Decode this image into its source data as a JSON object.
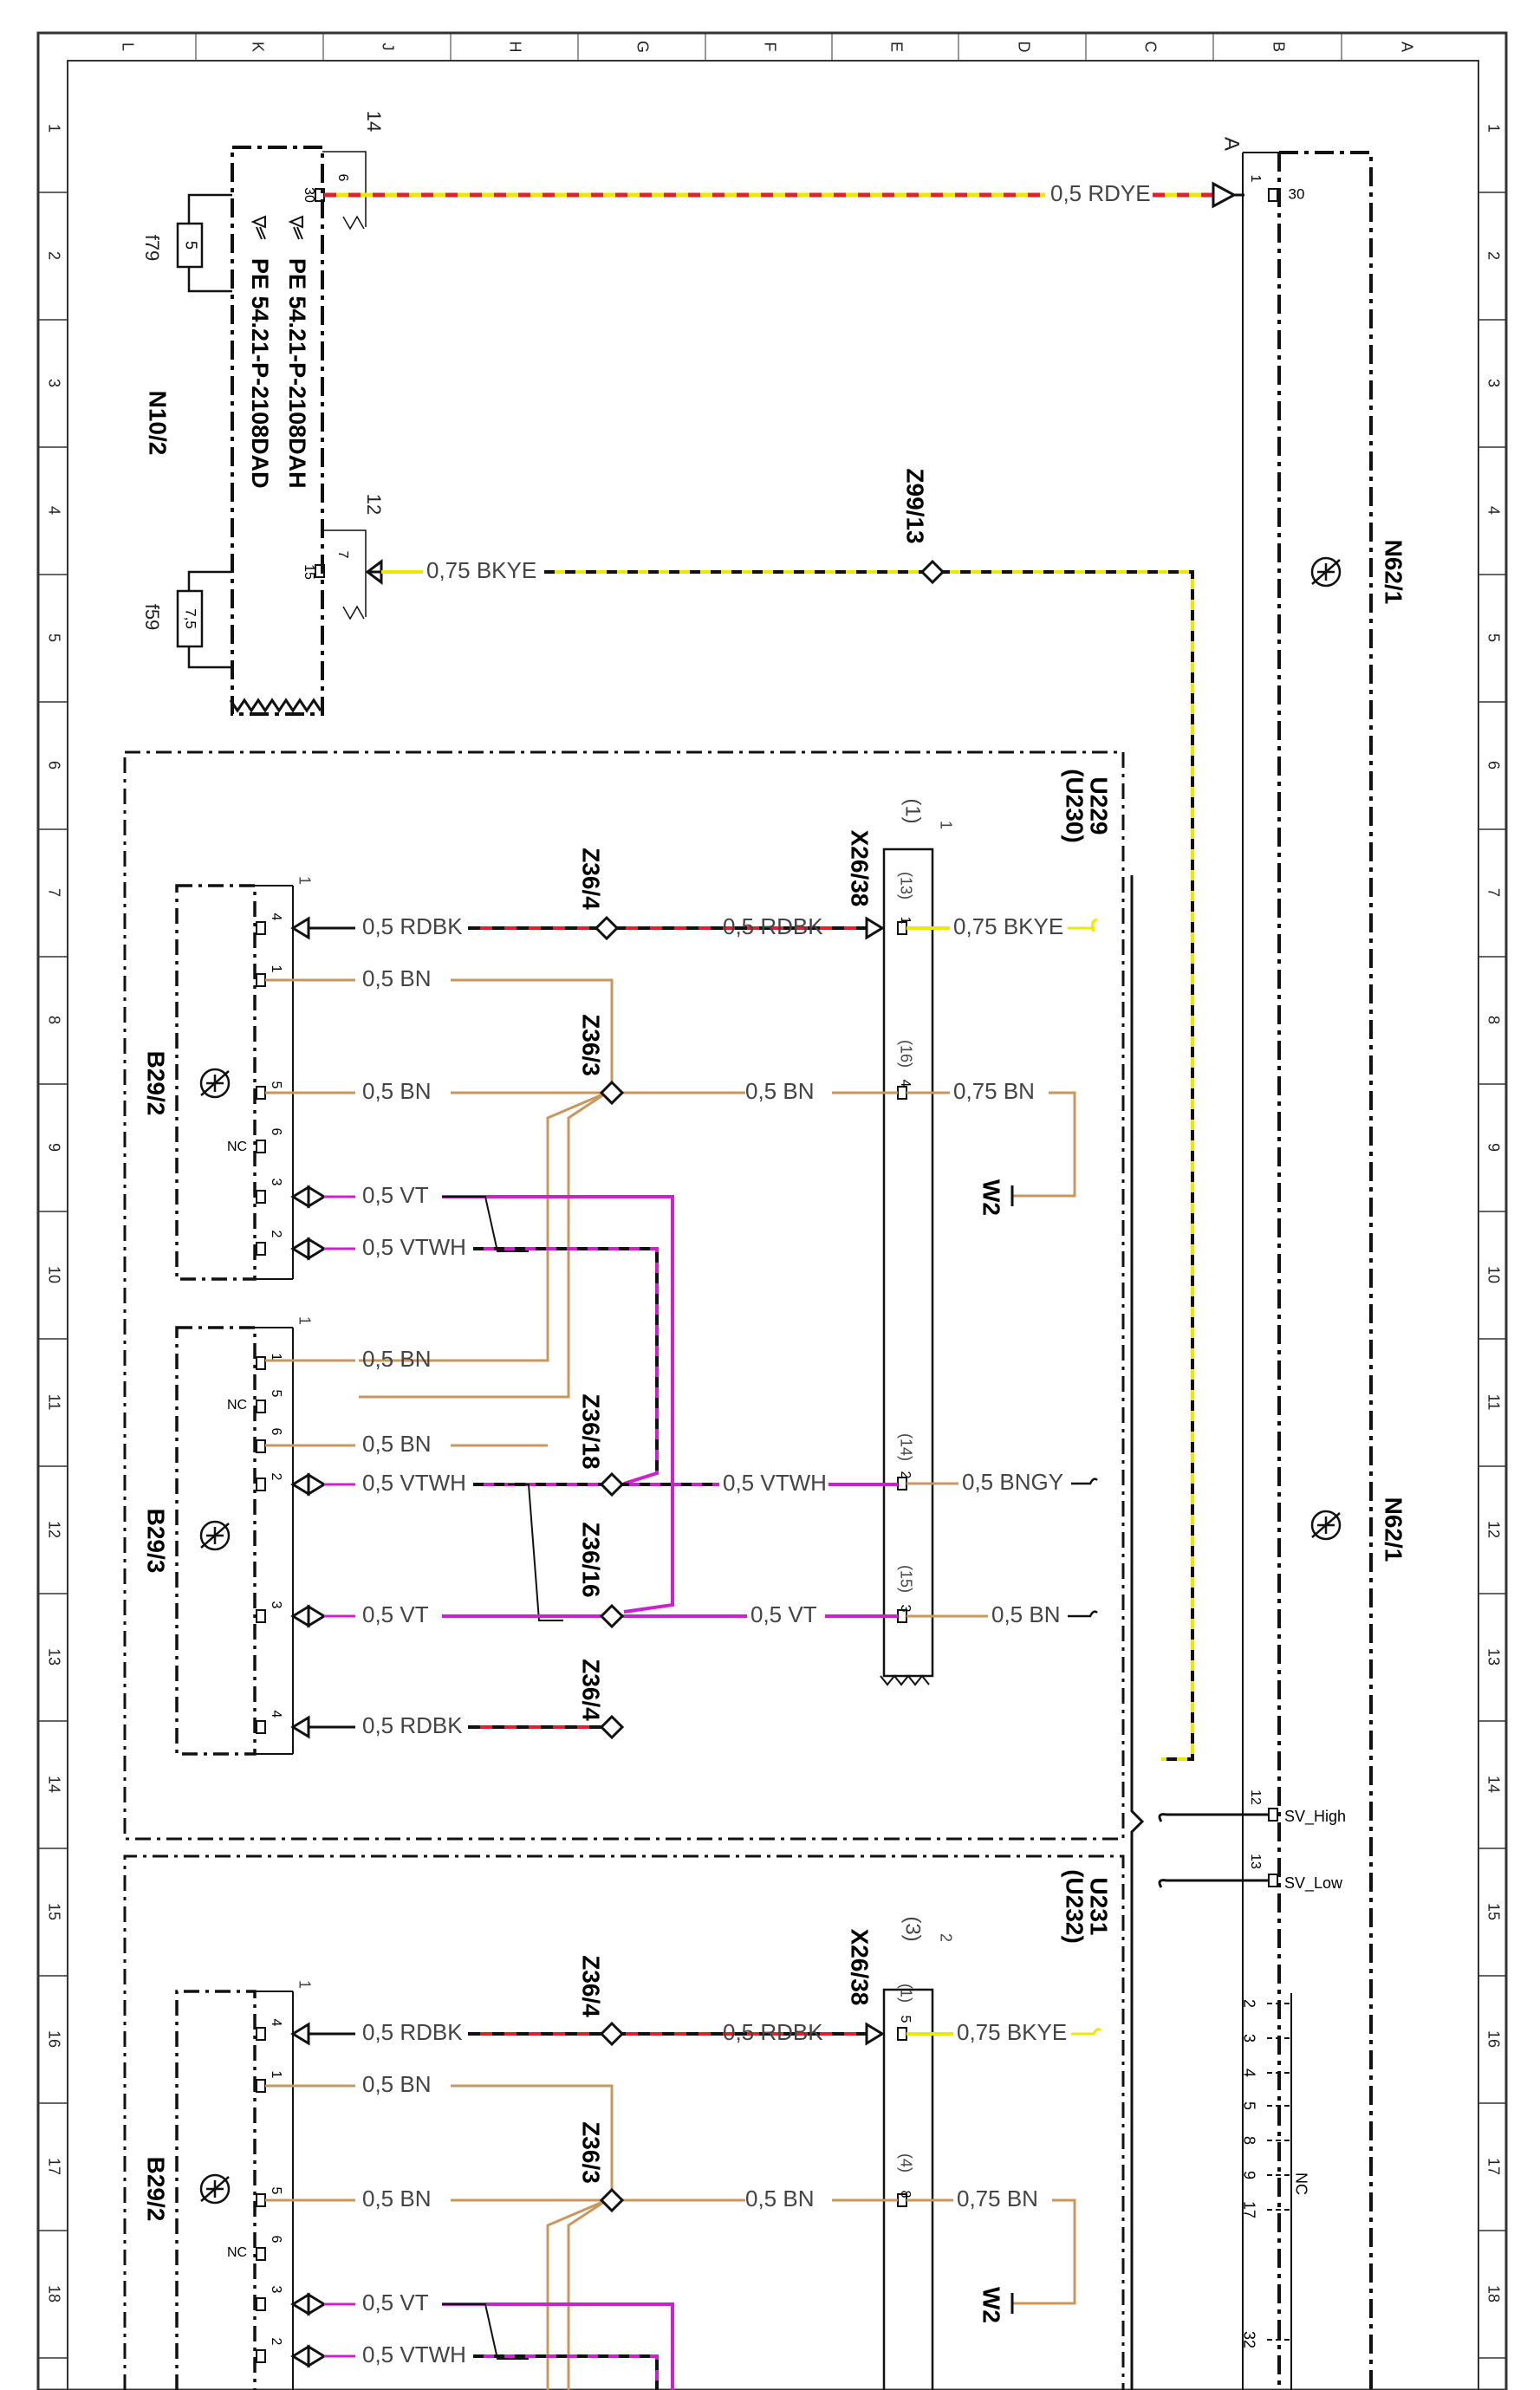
{
  "frame": {
    "col_letters": [
      "L",
      "K",
      "J",
      "H",
      "G",
      "F",
      "E",
      "D",
      "C",
      "B",
      "A"
    ],
    "row_numbers": [
      "1",
      "2",
      "3",
      "4",
      "5",
      "6",
      "7",
      "8",
      "9",
      "10",
      "11",
      "12",
      "13",
      "14",
      "15",
      "16",
      "17",
      "18"
    ]
  },
  "top_unit": {
    "name": "N10/2",
    "pe_line_1": "PE 54.21-P-2108DAD",
    "pe_line_2": "PE 54.21-P-2108DAH",
    "connector_a": "14",
    "connector_b": "12",
    "fuse_1_name": "f79",
    "fuse_1_value": "5",
    "fuse_2_name": "f59",
    "fuse_2_value": "7,5",
    "term_30": "30",
    "pin_6": "6",
    "term_15": "15",
    "pin_7": "7"
  },
  "wires_top": {
    "rdye": "0,5 RDYE",
    "bkye": "0,75 BKYE"
  },
  "splices_top": {
    "z99": "Z99/13"
  },
  "right_module": {
    "name_1": "N62/1",
    "name_2": "N62/1",
    "connector": "A",
    "pin_1": "1",
    "term_30": "30",
    "pin_12": "12",
    "sv_high": "SV_High",
    "pin_13": "13",
    "sv_low": "SV_Low",
    "nc_pins": [
      "2",
      "3",
      "4",
      "5",
      "8",
      "9",
      "17",
      "32"
    ],
    "nc": "NC"
  },
  "block_1": {
    "name_a": "U229",
    "name_b": "(U230)",
    "connector": "X26/38",
    "connector_pin": "(1)",
    "connector_index": "1",
    "sensor_a": "B29/2",
    "sensor_b": "B29/3",
    "sensor_a_conn": "1",
    "sensor_b_conn": "1",
    "nc": "NC",
    "w2": "W2",
    "conn_pins": [
      {
        "pin": "(13)",
        "num": "1",
        "out": "0,75 BKYE"
      },
      {
        "pin": "(16)",
        "num": "4",
        "out": "0,75 BN"
      },
      {
        "pin": "(14)",
        "num": "2",
        "out": "0,5 BNGY"
      },
      {
        "pin": "(15)",
        "num": "3",
        "out": "0,5 BN"
      }
    ],
    "sensor_a_pins": [
      "4",
      "1",
      "5",
      "6",
      "3",
      "2"
    ],
    "sensor_b_pins": [
      "1",
      "5",
      "6",
      "2",
      "3",
      "4"
    ],
    "wires_left": {
      "a_rdbk": "0,5 RDBK",
      "a_bn1": "0,5 BN",
      "a_bn2": "0,5 BN",
      "a_vt": "0,5 VT",
      "a_vtwh": "0,5 VTWH",
      "b_bn1": "0,5 BN",
      "b_bn2": "0,5 BN",
      "b_vtwh": "0,5 VTWH",
      "b_vt": "0,5 VT",
      "b_rdbk": "0,5 RDBK"
    },
    "wires_mid": {
      "rdbk": "0,5 RDBK",
      "bn": "0,5 BN",
      "vtwh": "0,5 VTWH",
      "vt": "0,5 VT"
    },
    "splices": {
      "z36_4_top": "Z36/4",
      "z36_3": "Z36/3",
      "z36_18": "Z36/18",
      "z36_16": "Z36/16",
      "z36_4_bottom": "Z36/4"
    }
  },
  "block_2": {
    "name_a": "U231",
    "name_b": "(U232)",
    "connector": "X26/38",
    "connector_pin": "(3)",
    "connector_index": "2",
    "sensor_a": "B29/2",
    "sensor_a_conn": "1",
    "nc": "NC",
    "w2": "W2",
    "conn_pins": [
      {
        "pin": "(1)",
        "num": "5",
        "out": "0,75 BKYE"
      },
      {
        "pin": "(4)",
        "num": "8",
        "out": "0,75 BN"
      }
    ],
    "sensor_a_pins": [
      "4",
      "1",
      "5",
      "6",
      "3",
      "2"
    ],
    "wires_left": {
      "a_rdbk": "0,5 RDBK",
      "a_bn1": "0,5 BN",
      "a_bn2": "0,5 BN",
      "a_vt": "0,5 VT",
      "a_vtwh": "0,5 VTWH"
    },
    "wires_mid": {
      "rdbk": "0,5 RDBK",
      "bn": "0,5 BN"
    },
    "splices": {
      "z36_4": "Z36/4",
      "z36_3": "Z36/3"
    }
  },
  "colors": {
    "red": "#e0202a",
    "yellow": "#ece800",
    "brown": "#c8975c",
    "violet": "#cc22cc",
    "black": "#111111",
    "grid": "#333333"
  }
}
